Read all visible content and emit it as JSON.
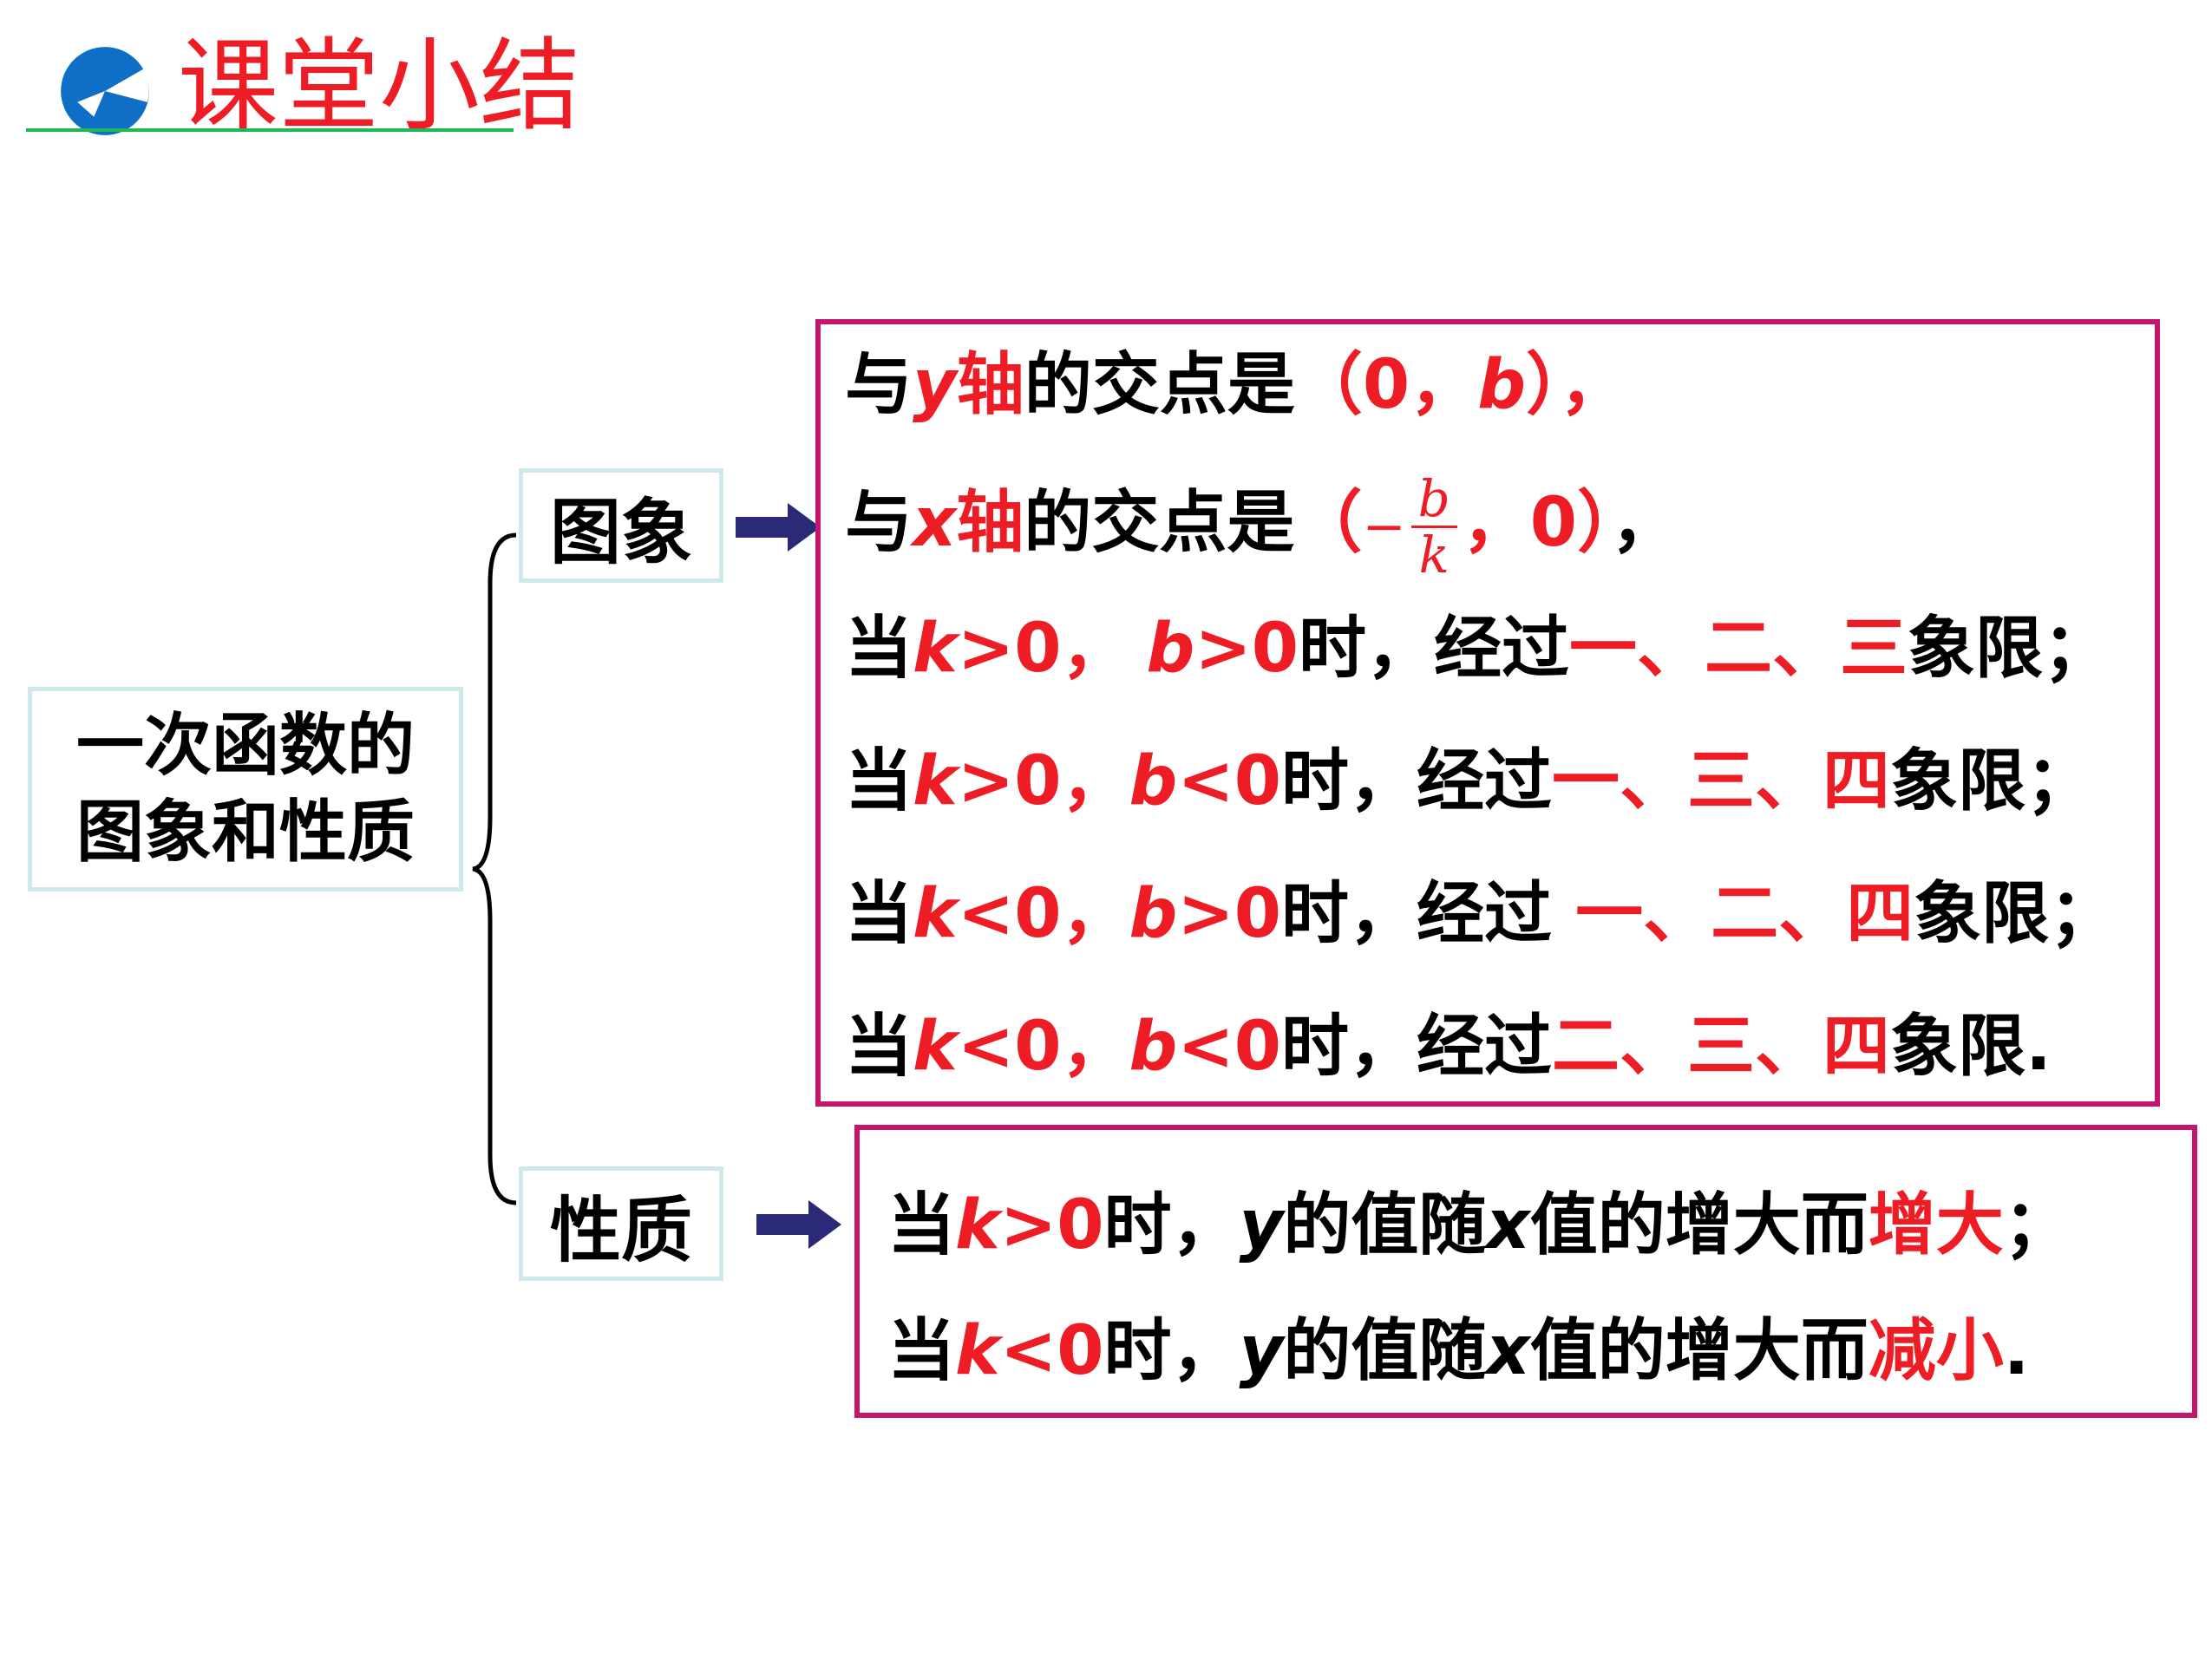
{
  "header": {
    "title": "课堂小结",
    "icon": "pie-chart-icon",
    "icon_color": "#0f6fc6",
    "underline_color": "#1db954"
  },
  "colors": {
    "accent": "#ee1c24",
    "box_border": "#c5166e",
    "node_border": "#cfe8ec",
    "arrow": "#2b2a78"
  },
  "root": {
    "line1": "一次函数的",
    "line2": "图象和性质"
  },
  "branches": {
    "image_label": "图象",
    "property_label": "性质"
  },
  "image_box": {
    "l1": {
      "a": "与",
      "var": "y",
      "b": "轴",
      "c": "的交点是",
      "d": "（0，",
      "e": "b",
      "f": "），"
    },
    "l2": {
      "a": "与",
      "var": "x",
      "b": "轴",
      "c": "的交点是",
      "d": "（",
      "minus": "−",
      "num": "b",
      "den": "k",
      "e": "，0）",
      "f": "，"
    },
    "l3": {
      "a": "当",
      "k": "k",
      "kc": ">0，",
      "b": "b",
      "bc": ">0",
      "c": "时，经过",
      "q": "一、二、三",
      "d": "象限；"
    },
    "l4": {
      "a": "当",
      "k": "k",
      "kc": ">0，",
      "b": "b",
      "bc": "<0",
      "c": "时，经过",
      "q1": "一、三、",
      "q2": "四",
      "d": "象限；"
    },
    "l5": {
      "a": "当",
      "k": "k",
      "kc": "<0，",
      "b": "b",
      "bc": ">0",
      "c": "时，经过",
      "q1": " 一、二、",
      "q2": "四",
      "d": "象限；"
    },
    "l6": {
      "a": "当",
      "k": "k",
      "kc": "<0，",
      "b": "b",
      "bc": "<0",
      "c": "时，经过",
      "q1": "二、三、",
      "q2": "四",
      "d": "象限."
    }
  },
  "property_box": {
    "p1": {
      "a": "当",
      "k": "k",
      "kc": ">0",
      "b": "时，",
      "y": "y",
      "c": "的值随",
      "x": "x",
      "d": "值的增大而",
      "e": "增大",
      "f": "；"
    },
    "p2": {
      "a": "当",
      "k": "k",
      "kc": "<0",
      "b": "时，",
      "y": "y",
      "c": "的值随",
      "x": "x",
      "d": "值的增大而",
      "e": "减小",
      "f": "."
    }
  }
}
